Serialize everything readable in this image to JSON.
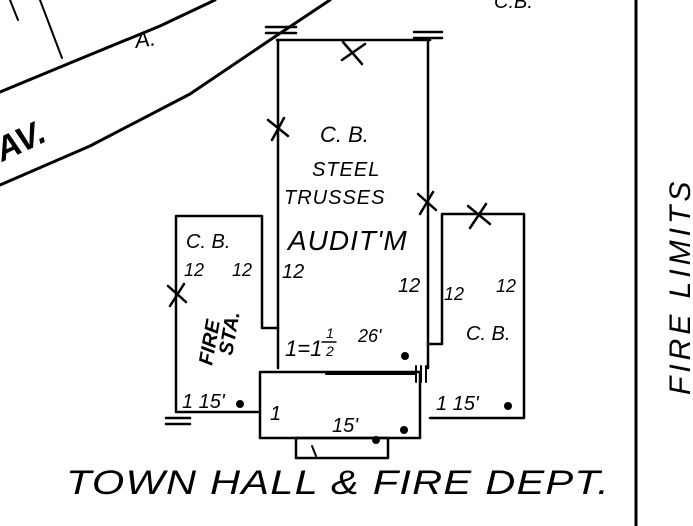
{
  "street": {
    "name_fragment": "AV.",
    "block_letter": "A."
  },
  "top_label": "C.B.",
  "fire_limits_label": "FIRE   LIMITS",
  "auditorium": {
    "construction": "C. B.",
    "roof_line1": "STEEL",
    "roof_line2": "TRUSSES",
    "use": "AUDIT'M",
    "height_left": "12",
    "height_right": "12",
    "stories": "1=1½",
    "stories_main": "1=1",
    "stories_frac_num": "1",
    "stories_frac_den": "2",
    "height_main": "26'"
  },
  "fire_station": {
    "construction": "C. B.",
    "height_a": "12",
    "height_b": "12",
    "use_line1": "FIRE",
    "use_line2": "STA.",
    "stories_height": "1 15'"
  },
  "right_wing": {
    "construction": "C. B.",
    "height_a": "12",
    "height_b": "12",
    "stories_height": "1 15'"
  },
  "front_block": {
    "stories": "1",
    "height": "15'"
  },
  "title": "TOWN HALL & FIRE DEPT.",
  "colors": {
    "ink": "#000000",
    "paper": "#ffffff"
  }
}
